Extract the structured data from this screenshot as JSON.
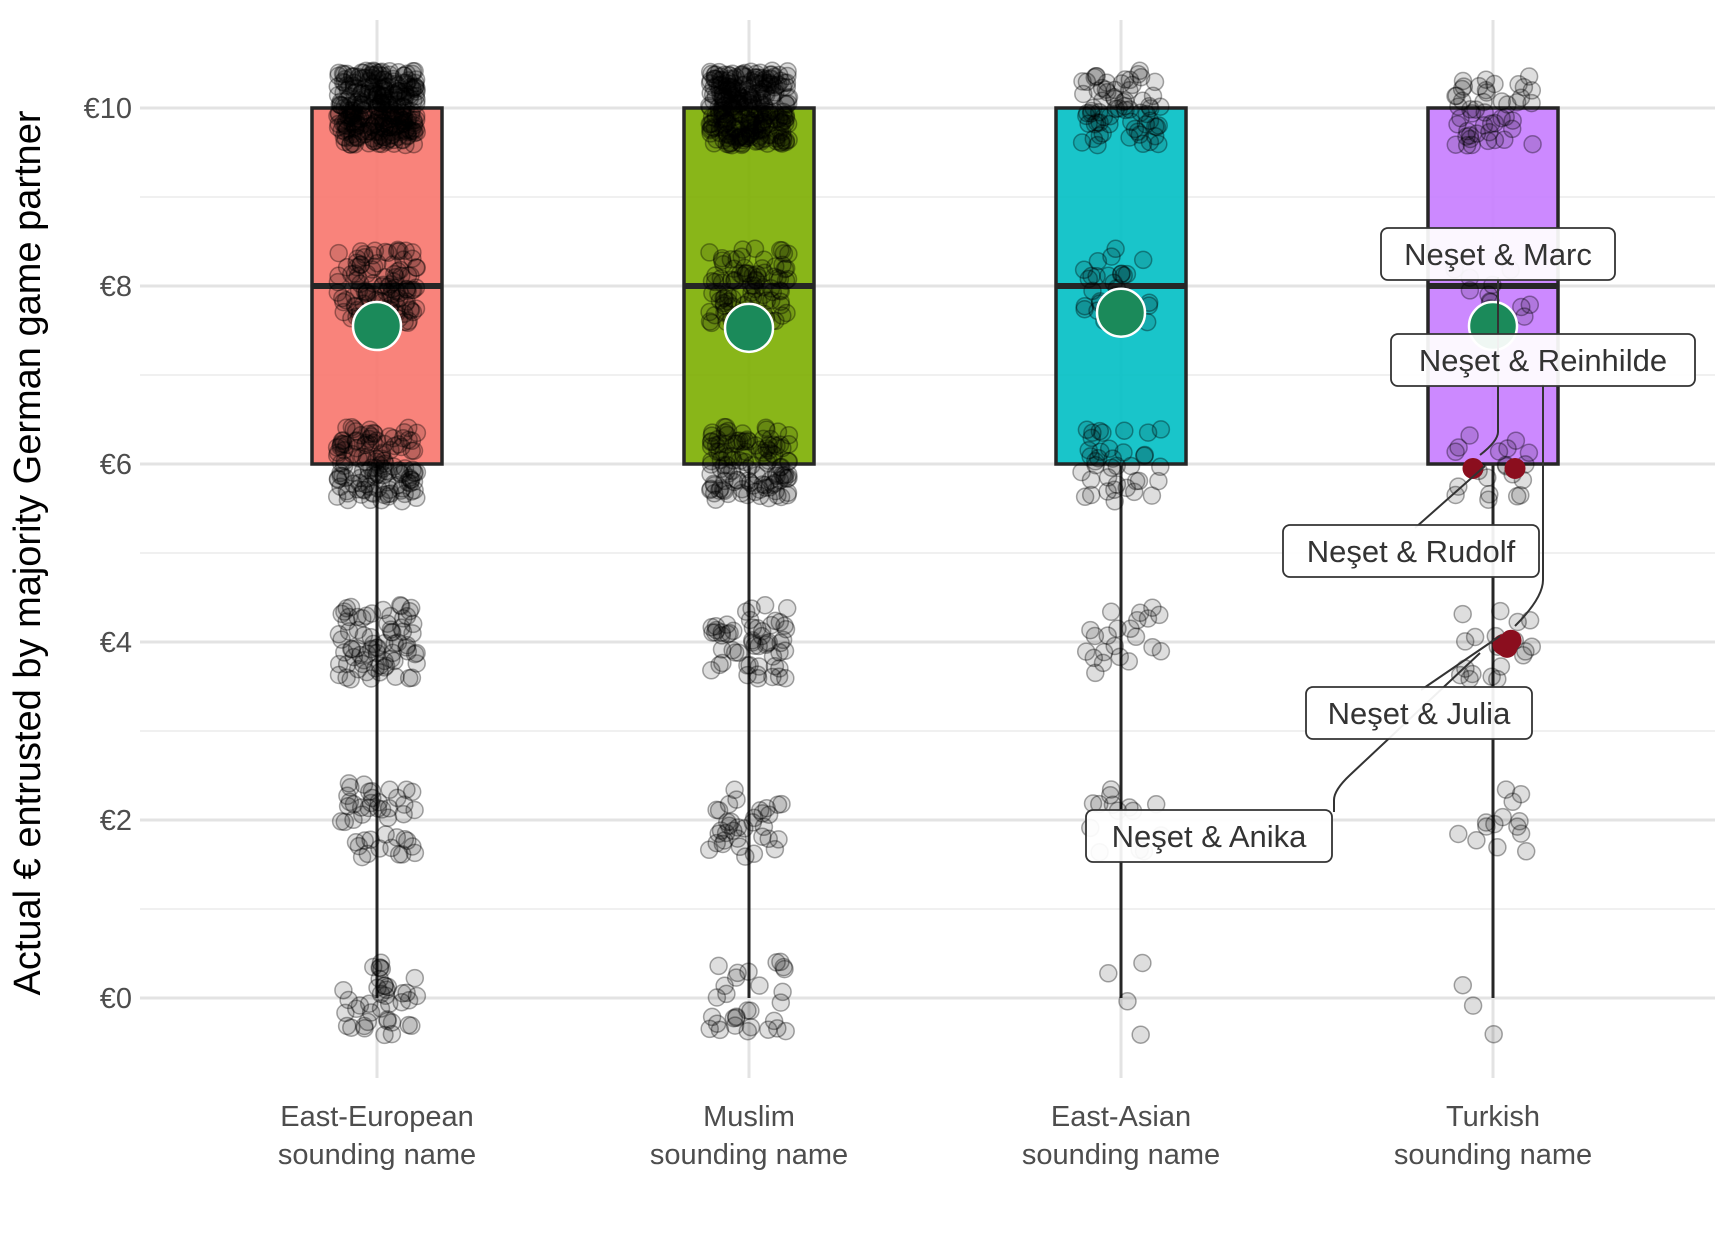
{
  "chart_data": {
    "type": "boxplot",
    "title": "",
    "xlabel": "",
    "ylabel": "Actual € entrusted by majority German game partner",
    "ylim": [
      -0.9,
      11.0
    ],
    "y_ticks": [
      {
        "value": 0,
        "label": "€0"
      },
      {
        "value": 2,
        "label": "€2"
      },
      {
        "value": 4,
        "label": "€4"
      },
      {
        "value": 6,
        "label": "€6"
      },
      {
        "value": 8,
        "label": "€8"
      },
      {
        "value": 10,
        "label": "€10"
      }
    ],
    "y_minor_ticks": [
      1,
      3,
      5,
      7,
      9
    ],
    "grid": true,
    "legend": "none",
    "categories": [
      {
        "line1": "East-European",
        "line2": "sounding name",
        "color": "#F8766D"
      },
      {
        "line1": "Muslim",
        "line2": "sounding name",
        "color": "#7CAE00"
      },
      {
        "line1": "East-Asian",
        "line2": "sounding name",
        "color": "#00BFC4"
      },
      {
        "line1": "Turkish",
        "line2": "sounding name",
        "color": "#C77CFF"
      }
    ],
    "boxes": [
      {
        "category": "East-European",
        "min": 0,
        "q1": 6,
        "median": 8,
        "q3": 10,
        "max": 10,
        "mean": 7.55
      },
      {
        "category": "Muslim",
        "min": 0,
        "q1": 6,
        "median": 8,
        "q3": 10,
        "max": 10,
        "mean": 7.53
      },
      {
        "category": "East-Asian",
        "min": 0,
        "q1": 6,
        "median": 8,
        "q3": 10,
        "max": 10,
        "mean": 7.7
      },
      {
        "category": "Turkish",
        "min": 0,
        "q1": 6,
        "median": 8,
        "q3": 10,
        "max": 10,
        "mean": 7.55
      }
    ],
    "jitter_counts": [
      {
        "category": "East-European",
        "counts": {
          "0": 40,
          "2": 45,
          "4": 75,
          "6": 130,
          "8": 110,
          "10": 310
        }
      },
      {
        "category": "Muslim",
        "counts": {
          "0": 30,
          "2": 35,
          "4": 55,
          "6": 120,
          "8": 95,
          "10": 300
        }
      },
      {
        "category": "East-Asian",
        "counts": {
          "0": 4,
          "2": 14,
          "4": 22,
          "6": 38,
          "8": 30,
          "10": 70
        }
      },
      {
        "category": "Turkish",
        "counts": {
          "0": 3,
          "2": 14,
          "4": 20,
          "6": 20,
          "8": 12,
          "10": 48
        }
      }
    ],
    "mean_color": "#1b8a5a",
    "highlight_color": "#8b0e1e",
    "highlighted_points": [
      {
        "label": "Neşet & Marc",
        "category": "Turkish",
        "value": 6
      },
      {
        "label": "Neşet & Reinhilde",
        "category": "Turkish",
        "value": 6
      },
      {
        "label": "Neşet & Rudolf",
        "category": "Turkish",
        "value": 4
      },
      {
        "label": "Neşet & Julia",
        "category": "Turkish",
        "value": 4
      },
      {
        "label": "Neşet & Anika",
        "category": "Turkish",
        "value": 4
      }
    ]
  }
}
